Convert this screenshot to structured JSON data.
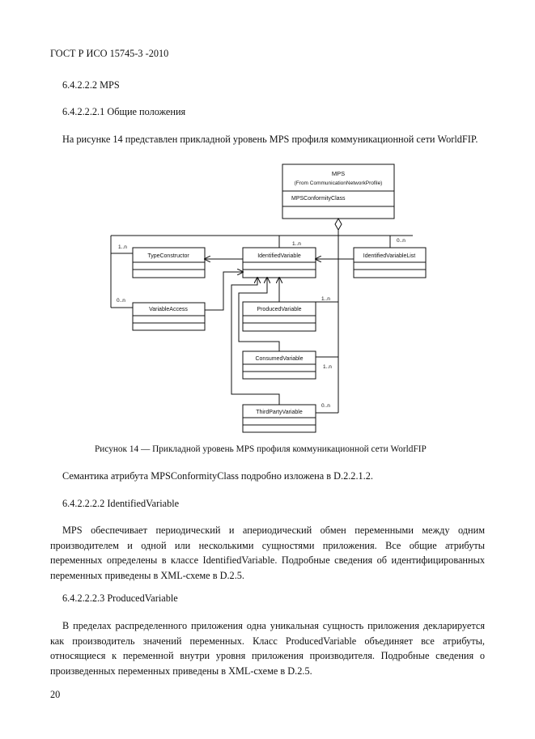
{
  "header": "ГОСТ Р ИСО 15745-3 -2010",
  "section_mps": "6.4.2.2.2 MPS",
  "section_general": "6.4.2.2.2.1 Общие положения",
  "intro_paragraph": "На рисунке 14 представлен прикладной уровень MPS профиля коммуникационной сети WorldFIP.",
  "diagram": {
    "mps": {
      "name": "MPS",
      "stereotype": "(From CommunicationNetworkProfile)",
      "attribute": "MPSConformityClass"
    },
    "classes": {
      "type_constructor": "TypeConstructor",
      "identified_variable": "IdentifiedVariable",
      "identified_variable_list": "IdentifiedVariableList",
      "variable_access": "VariableAccess",
      "produced_variable": "ProducedVariable",
      "consumed_variable": "ConsumedVariable",
      "third_party_variable": "ThirdPartyVariable"
    },
    "multiplicities": {
      "type_constructor": "1..n",
      "identified_variable": "1..n",
      "identified_variable_list": "0..n",
      "variable_access": "0..n",
      "produced_variable": "1..n",
      "consumed_variable": "1..n",
      "third_party_variable": "0..n"
    }
  },
  "figure_caption": "Рисунок 14 — Прикладной уровень MPS профиля коммуникационной сети WorldFIP",
  "semantics_line": "Семантика атрибута MPSConformityClass подробно изложена в D.2.2.1.2.",
  "section_identified": "6.4.2.2.2.2 IdentifiedVariable",
  "identified_paragraph": "MPS обеспечивает периодический и апериодический обмен переменными между одним производителем и одной или несколькими сущностями приложения. Все общие атрибуты переменных определены в классе IdentifiedVariable. Подробные сведения об идентифицированных переменных приведены в XML-схеме в D.2.5.",
  "section_produced": "6.4.2.2.2.3 ProducedVariable",
  "produced_paragraph": "В пределах распределенного приложения одна уникальная сущность приложения декларируется как производитель значений переменных. Класс ProducedVariable объединяет все атрибуты, относящиеся к переменной внутри уровня приложения производителя. Подробные сведения о произведенных переменных приведены в XML-схеме в D.2.5.",
  "page_number": "20"
}
